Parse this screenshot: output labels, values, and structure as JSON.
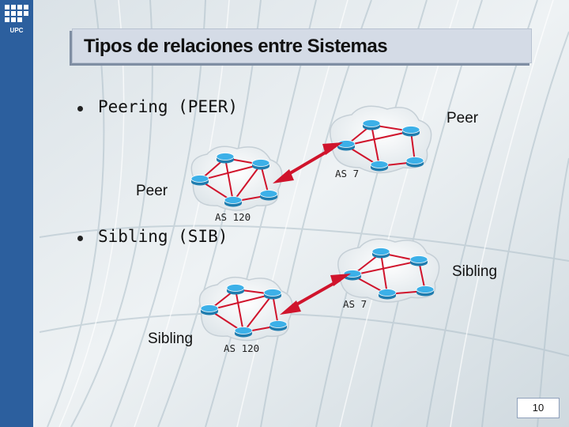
{
  "slide": {
    "title": "Tipos de relaciones entre Sistemas",
    "logo_text": "UPC",
    "page_number": "10"
  },
  "bullets": [
    {
      "text": "Peering (PEER)"
    },
    {
      "text": "Sibling (SIB)"
    }
  ],
  "diagrams": {
    "peer": {
      "left_label": "Peer",
      "right_label": "Peer",
      "left_as": "AS 120",
      "right_as": "AS 7"
    },
    "sibling": {
      "left_label": "Sibling",
      "right_label": "Sibling",
      "left_as": "AS 120",
      "right_as": "AS 7"
    }
  },
  "colors": {
    "sidebar": "#2c5f9e",
    "title_bg": "#d4dbe6",
    "link": "#d0142c",
    "router": "#2f9fd8"
  }
}
